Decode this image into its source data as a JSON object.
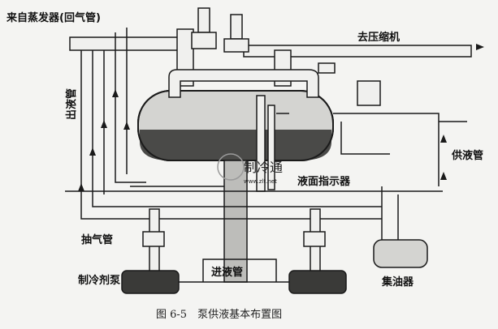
{
  "labels": {
    "from_evaporator": "来自蒸发器(回气管)",
    "to_compressor": "去压缩机",
    "liquid_outlet": "出液管",
    "liquid_supply": "供液管",
    "level_indicator": "液面指示器",
    "suction_pipe": "抽气管",
    "refrigerant_pump": "制冷剂泵",
    "liquid_inlet": "进液管",
    "oil_collector": "集油器"
  },
  "watermark": {
    "brand": "制冷通",
    "url": "www.zlt.net"
  },
  "caption": "图 6-5　泵供液基本布置图",
  "colors": {
    "ink": "#1a1a1a",
    "pipe_fill": "#f0f0ee",
    "tank_fill": "#c9c9c6",
    "liquid_fill": "#4a4a48",
    "watermark": "#9a9a9a"
  }
}
